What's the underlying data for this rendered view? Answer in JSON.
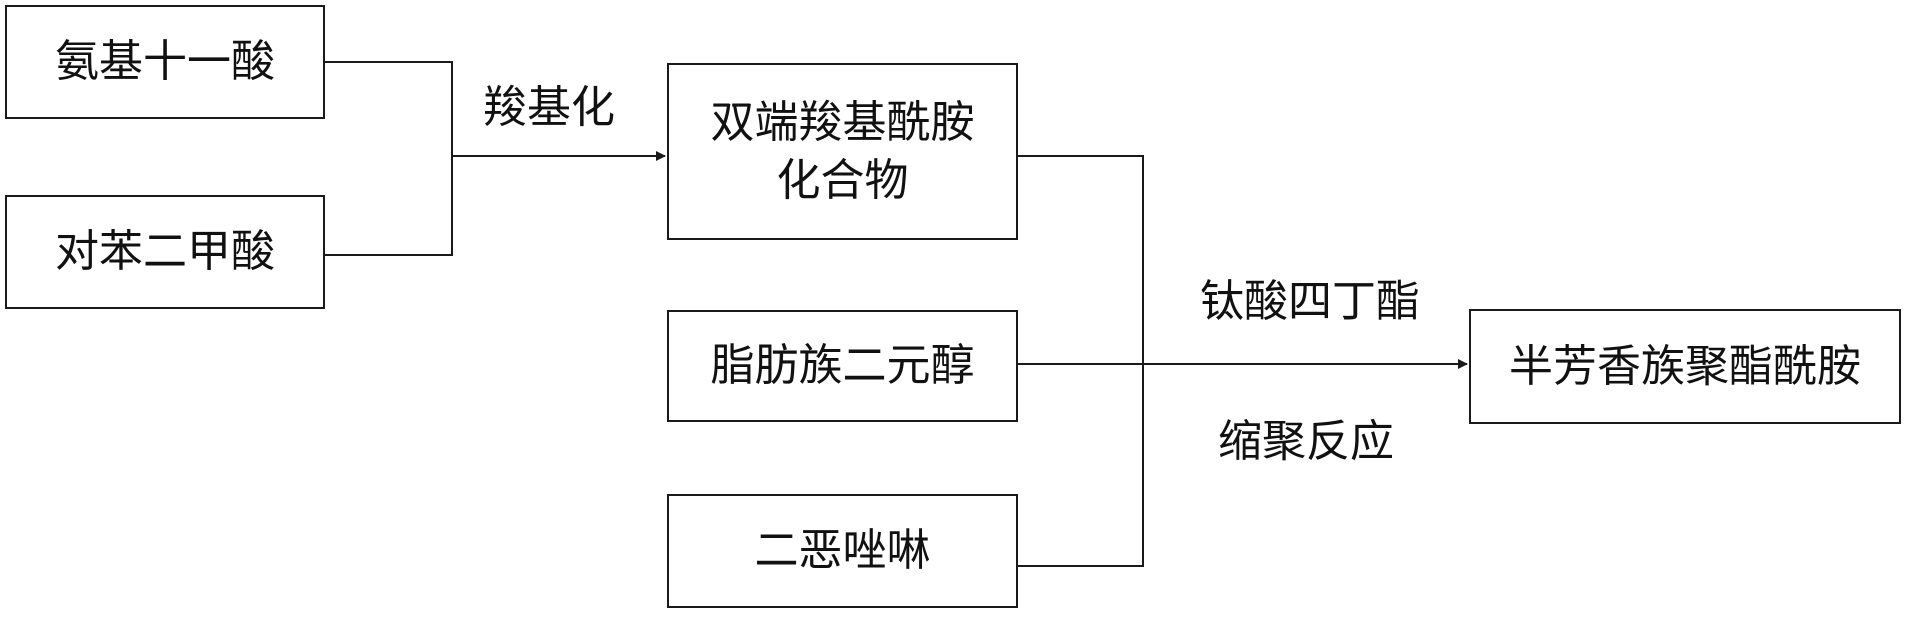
{
  "nodes": {
    "amino_acid": "氨基十一酸",
    "terephthalic_acid": "对苯二甲酸",
    "dicarboxyl_amide_line1": "双端羧基酰胺",
    "dicarboxyl_amide_line2": "化合物",
    "aliphatic_diol": "脂肪族二元醇",
    "bisoxazoline": "二恶唑啉",
    "product": "半芳香族聚酯酰胺"
  },
  "edge_labels": {
    "carboxylation": "羧基化",
    "catalyst": "钛酸四丁酯",
    "reaction": "缩聚反应"
  }
}
